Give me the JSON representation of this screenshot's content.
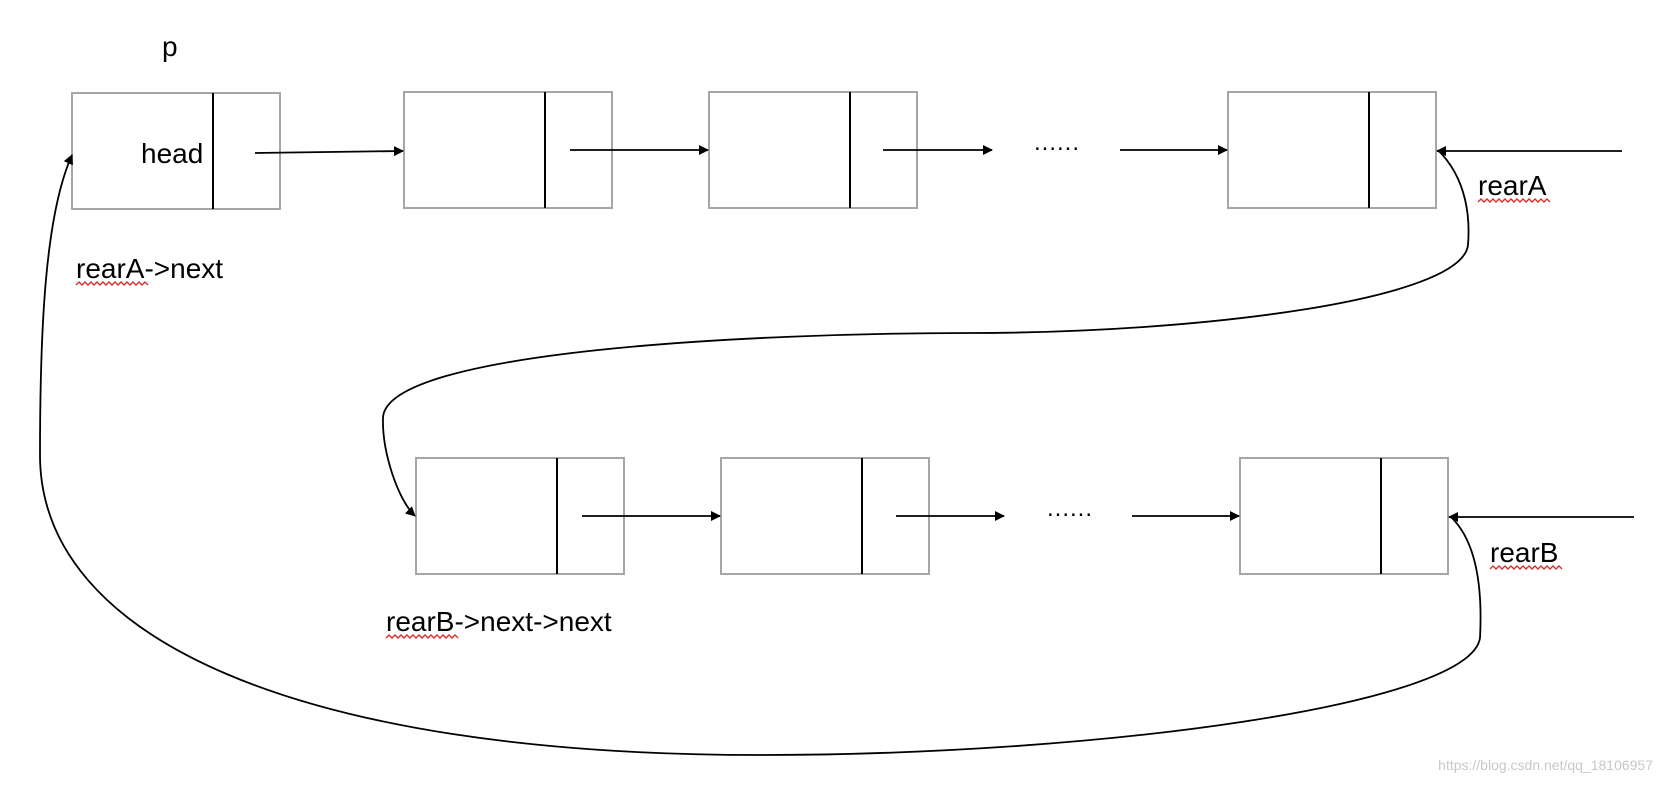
{
  "labels": {
    "pointer_p": "p",
    "head": "head",
    "rearA_next": "rearA->next",
    "rearA": "rearA",
    "rearB": "rearB",
    "rearB_next_next": "rearB->next->next",
    "ellipsis_top": "......",
    "ellipsis_bottom": "......"
  },
  "watermark": "https://blog.csdn.net/qq_18106957",
  "colors": {
    "box_border": "#a6a6a6",
    "line": "#000000",
    "spellcheck_underline": "#d9302c",
    "watermark": "#c8c8c8"
  }
}
